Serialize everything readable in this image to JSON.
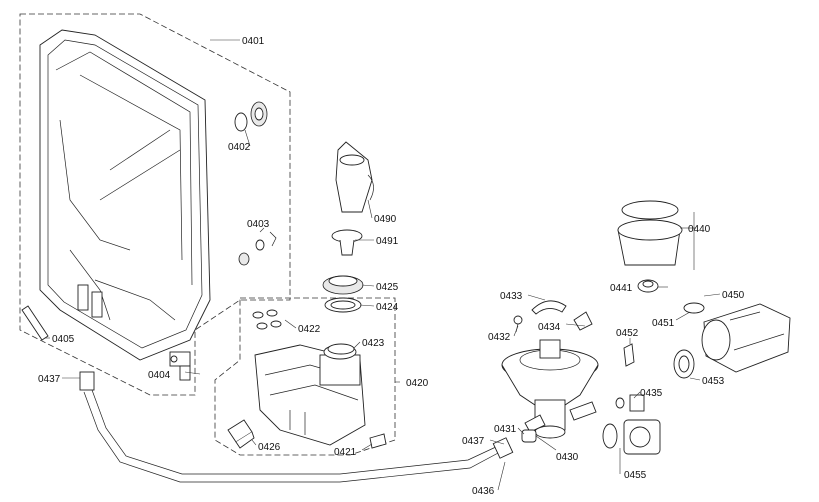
{
  "parts": {
    "p0401": "0401",
    "p0402": "0402",
    "p0403": "0403",
    "p0404": "0404",
    "p0405": "0405",
    "p0420": "0420",
    "p0421": "0421",
    "p0422": "0422",
    "p0423": "0423",
    "p0424": "0424",
    "p0425": "0425",
    "p0426": "0426",
    "p0430": "0430",
    "p0431": "0431",
    "p0432": "0432",
    "p0433": "0433",
    "p0434": "0434",
    "p0435": "0435",
    "p0436": "0436",
    "p0437_left": "0437",
    "p0437_right": "0437",
    "p0440": "0440",
    "p0441": "0441",
    "p0450": "0450",
    "p0451": "0451",
    "p0452": "0452",
    "p0453": "0453",
    "p0455": "0455",
    "p0490": "0490",
    "p0491": "0491"
  }
}
